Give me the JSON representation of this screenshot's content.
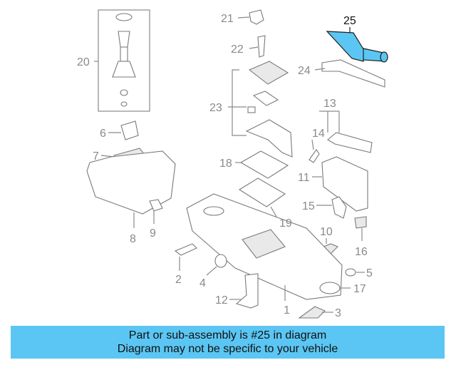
{
  "diagram": {
    "selected_part": "25",
    "selected_color": "#5bc6f3",
    "callouts": [
      "1",
      "2",
      "3",
      "4",
      "5",
      "6",
      "7",
      "8",
      "9",
      "10",
      "11",
      "12",
      "13",
      "14",
      "15",
      "16",
      "17",
      "18",
      "19",
      "20",
      "21",
      "22",
      "23",
      "24",
      "25"
    ]
  },
  "banner": {
    "line1": "Part or sub-assembly is #25 in diagram",
    "line2": "Diagram may not be specific to your vehicle",
    "color": "#5bc6f3"
  }
}
